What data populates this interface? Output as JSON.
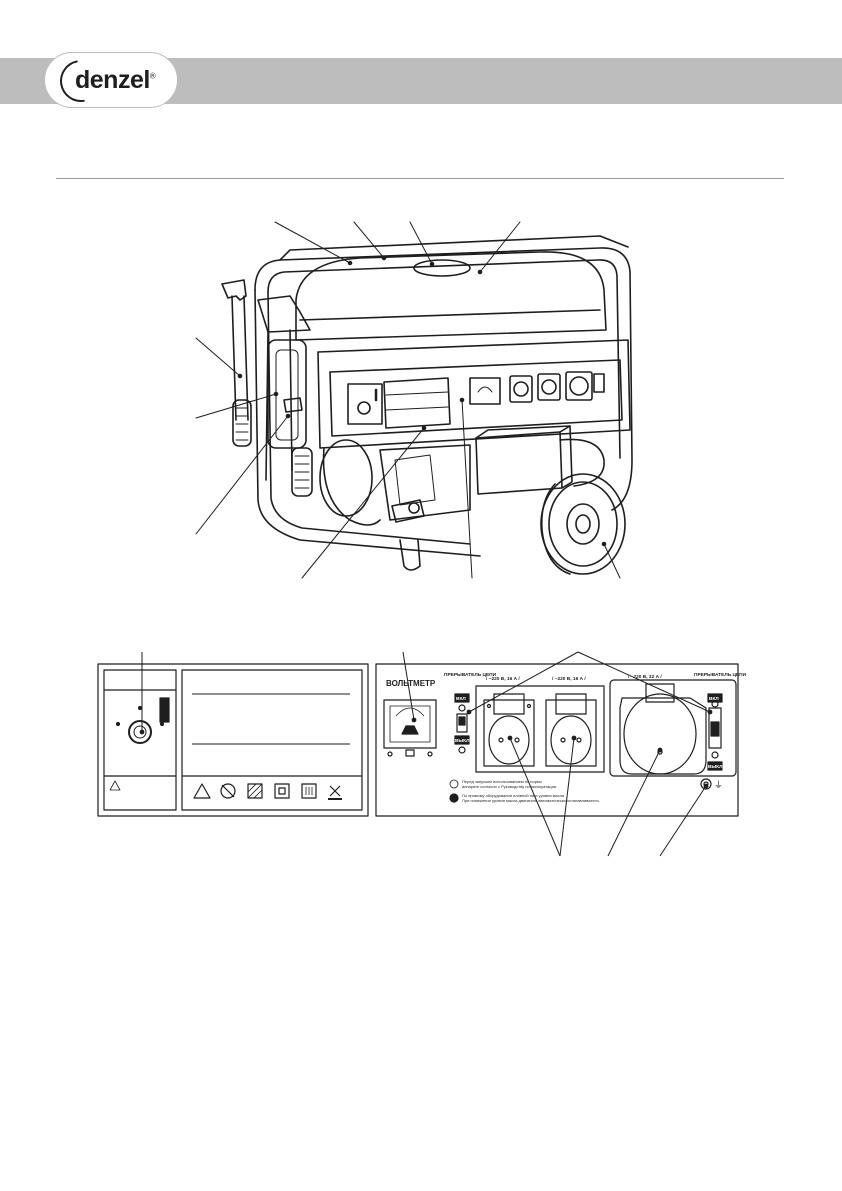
{
  "brand": {
    "logo": "denzel",
    "registered_mark": "®",
    "header_band_color": "#bdbdbd",
    "line_color": "#1e1e1e"
  },
  "control_panel": {
    "voltmeter_label": "ВОЛЬТМЕТР",
    "breaker_label": "ПРЕРЫВАТЕЛЬ ЦЕПИ",
    "breaker_on": "ВКЛ",
    "breaker_off": "ВЫКЛ",
    "socket_left_label": "/ ~220 В, 16 А /",
    "socket_mid_label": "/ ~220 В, 16 А /",
    "socket_big_label": "/ ~220 В, 32 А /",
    "notice_1_line_1": "Перед запуском использованием по нормо",
    "notice_1_line_2": "аппарате согласно с Руководству по эксплуатации.",
    "notice_2_line_1": "По прямому оборудовании пловной на и уровня масла",
    "notice_2_line_2": "При понижении уровня масла двигатель автоматически останавливается.",
    "ground_symbol": "⏚"
  },
  "icons": [
    "warning-triangle-icon",
    "crossed-out-icon",
    "hatched-box-icon",
    "double-square-icon",
    "eac-mark-icon",
    "crossed-bin-icon",
    "voltmeter-icon",
    "ignition-key-icon",
    "circuit-breaker-icon",
    "ground-icon"
  ]
}
